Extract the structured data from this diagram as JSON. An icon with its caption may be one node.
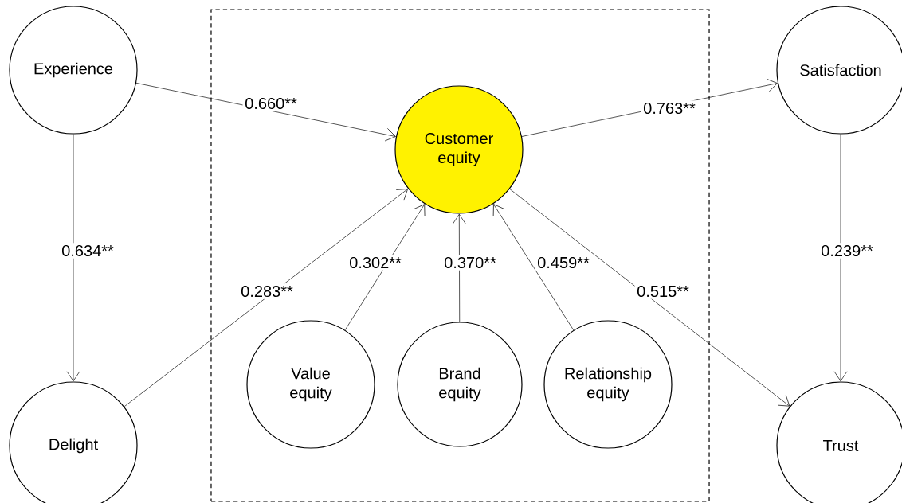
{
  "diagram": {
    "nodes": [
      {
        "text": [
          "Experience"
        ]
      },
      {
        "text": [],
        "shape": "box"
      },
      {
        "text": [
          "Customer equity"
        ],
        "in": 1
      },
      {
        "text": [
          "Satisfaction"
        ]
      },
      {
        "text": [
          "Value equity"
        ],
        "in": 1
      },
      {
        "text": [
          "Brand equity"
        ],
        "in": 1
      },
      {
        "text": [
          "Relationship equity"
        ],
        "in": 1
      },
      {
        "text": [
          "Delight"
        ]
      },
      {
        "text": [
          "Trust"
        ]
      }
    ],
    "edges": [
      {
        "from": 0,
        "to": 2,
        "arrow": "to",
        "label": "0.660**"
      },
      {
        "from": 0,
        "to": 7,
        "arrow": "to",
        "label": "0.634**"
      },
      {
        "from": 7,
        "to": 2,
        "arrow": "to",
        "label": "0.283**"
      },
      {
        "from": 4,
        "to": 2,
        "arrow": "to",
        "label": "0.302**"
      },
      {
        "from": 5,
        "to": 2,
        "arrow": "to",
        "label": "0.370**"
      },
      {
        "from": 6,
        "to": 2,
        "arrow": "to",
        "label": "0.459**"
      },
      {
        "from": 2,
        "to": 3,
        "arrow": "to",
        "label": "0.763**"
      },
      {
        "from": 2,
        "to": 8,
        "arrow": "to",
        "label": "0.515**"
      },
      {
        "from": 3,
        "to": 8,
        "arrow": "to",
        "label": "0.239**"
      }
    ]
  }
}
